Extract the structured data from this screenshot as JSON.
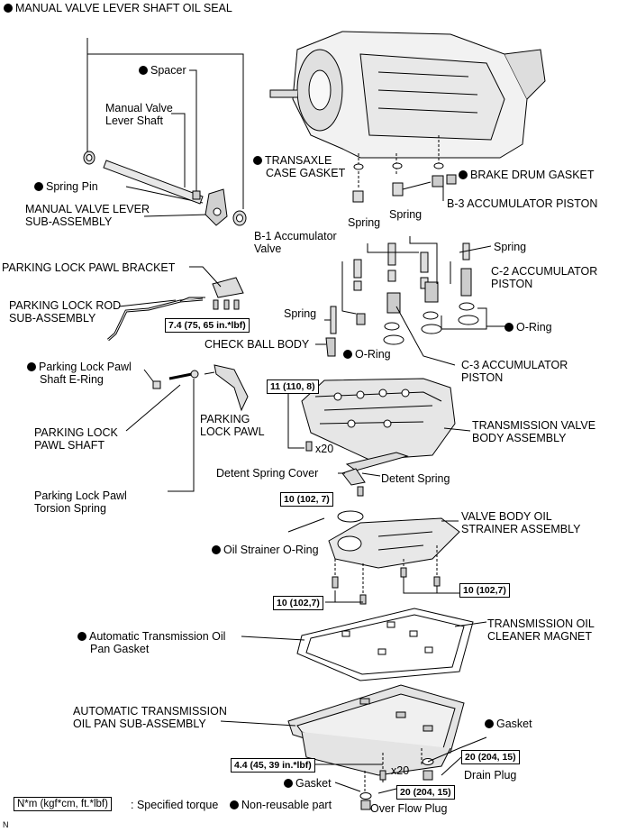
{
  "labels": {
    "manual_valve_lever_shaft_oil_seal": "MANUAL VALVE LEVER SHAFT OIL SEAL",
    "spacer": "Spacer",
    "manual_valve_lever_shaft_1": "Manual Valve",
    "manual_valve_lever_shaft_2": "Lever Shaft",
    "spring_pin": "Spring Pin",
    "manual_valve_lever_1": "MANUAL VALVE LEVER",
    "manual_valve_lever_2": "SUB-ASSEMBLY",
    "transaxle_case_gasket_1": "TRANSAXLE",
    "transaxle_case_gasket_2": "CASE GASKET",
    "brake_drum_gasket": "BRAKE DRUM GASKET",
    "spring_a": "Spring",
    "spring_b": "Spring",
    "b3_accumulator_piston": "B-3 ACCUMULATOR PISTON",
    "b1_accumulator_valve_1": "B-1 Accumulator",
    "b1_accumulator_valve_2": "Valve",
    "spring_c": "Spring",
    "parking_lock_pawl_bracket": "PARKING LOCK PAWL BRACKET",
    "c2_accumulator_piston_1": "C-2 ACCUMULATOR",
    "c2_accumulator_piston_2": "PISTON",
    "parking_lock_rod_1": "PARKING LOCK ROD",
    "parking_lock_rod_2": "SUB-ASSEMBLY",
    "spring_d": "Spring",
    "o_ring_a": "O-Ring",
    "check_ball_body": "CHECK BALL BODY",
    "o_ring_b": "O-Ring",
    "parking_lock_pawl_shaft_ering_1": "Parking Lock Pawl",
    "parking_lock_pawl_shaft_ering_2": "Shaft E-Ring",
    "c3_accumulator_piston_1": "C-3 ACCUMULATOR",
    "c3_accumulator_piston_2": "PISTON",
    "parking_lock_pawl_1": "PARKING",
    "parking_lock_pawl_2": "LOCK PAWL",
    "transmission_valve_body_1": "TRANSMISSION VALVE",
    "transmission_valve_body_2": "BODY ASSEMBLY",
    "parking_lock_pawl_shaft_1": "PARKING LOCK",
    "parking_lock_pawl_shaft_2": "PAWL SHAFT",
    "x20_a": "x20",
    "detent_spring_cover": "Detent Spring Cover",
    "detent_spring": "Detent Spring",
    "parking_lock_pawl_torsion_1": "Parking Lock Pawl",
    "parking_lock_pawl_torsion_2": "Torsion Spring",
    "valve_body_oil_strainer_1": "VALVE BODY OIL",
    "valve_body_oil_strainer_2": "STRAINER ASSEMBLY",
    "oil_strainer_o_ring": "Oil Strainer O-Ring",
    "automatic_transmission_oil_pan_gasket_1": "Automatic Transmission Oil",
    "automatic_transmission_oil_pan_gasket_2": "Pan Gasket",
    "transmission_oil_cleaner_magnet_1": "TRANSMISSION OIL",
    "transmission_oil_cleaner_magnet_2": "CLEANER MAGNET",
    "automatic_transmission_oil_pan_1": "AUTOMATIC TRANSMISSION",
    "automatic_transmission_oil_pan_2": "OIL PAN SUB-ASSEMBLY",
    "gasket_a": "Gasket",
    "x20_b": "x20",
    "drain_plug": "Drain Plug",
    "gasket_b": "Gasket",
    "over_flow_plug": "Over Flow Plug",
    "legend_torque_text": ": Specified torque",
    "legend_nonreusable": "Non-reusable part",
    "corner_n": "N"
  },
  "torques": {
    "t_74": "7.4 (75, 65 in.*lbf)",
    "t_11": "11 (110, 8)",
    "t_10a": "10 (102, 7)",
    "t_10b": "10 (102,7)",
    "t_10c": "10 (102,7)",
    "t_44": "4.4 (45, 39 in.*lbf)",
    "t_20a": "20 (204, 15)",
    "t_20b": "20 (204, 15)",
    "legend_box": "N*m (kgf*cm, ft.*lbf)"
  }
}
